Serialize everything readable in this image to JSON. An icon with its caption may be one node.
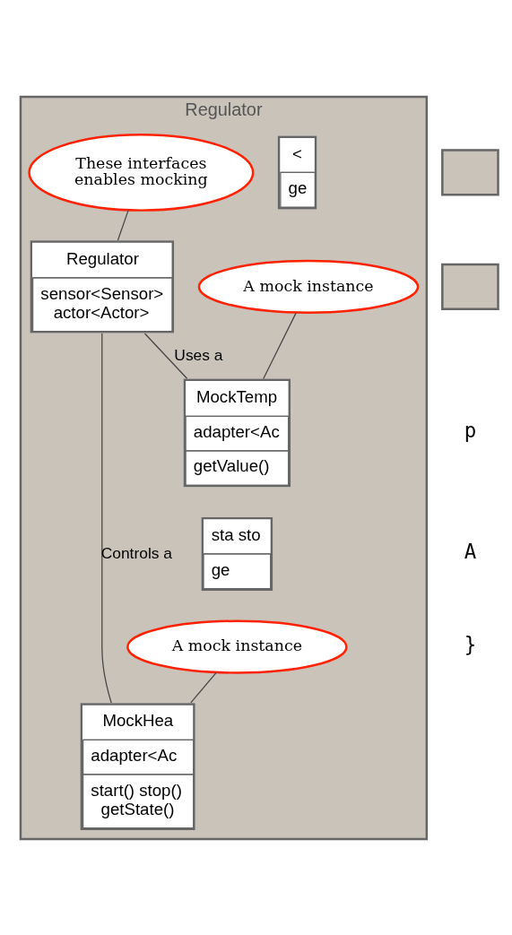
{
  "diagram": {
    "nodes": [
      {
        "text": [
          "Regulator"
        ]
      },
      {
        "text": [],
        "shape": "box"
      },
      {
        "text": [],
        "shape": "box"
      },
      {
        "text": [
          "<",
          "ge"
        ],
        "in": 0
      },
      {
        "text": [
          "A mock instance"
        ],
        "in": 0
      },
      {
        "text": [
          "Regulator",
          "sensor<Sensor> actor<Actor>"
        ],
        "in": 0
      },
      {
        "text": [
          "MockTemp",
          "adapter<Ac",
          "getValue()"
        ],
        "in": 0
      },
      {
        "text": [
          "These interfaces enables mocking"
        ],
        "in": 0
      },
      {
        "text": [
          "sta sto",
          "ge"
        ],
        "in": 0
      },
      {
        "text": [
          "A mock instance"
        ],
        "in": 0
      },
      {
        "text": [
          "MockHea",
          "adapter<Ac",
          "start() stop() getState()"
        ],
        "in": 0
      }
    ],
    "edges": [
      {
        "from": 4,
        "to": 6,
        "arrow": "none"
      },
      {
        "from": 5,
        "to": 6,
        "label": "Uses a",
        "arrow": "none"
      },
      {
        "from": 7,
        "to": 5,
        "arrow": "none"
      },
      {
        "from": 9,
        "to": 10,
        "arrow": "none"
      },
      {
        "from": 5,
        "to": 10,
        "label": "Controls a",
        "arrow": "none"
      }
    ],
    "labels": [
      "p",
      "A",
      "}"
    ]
  }
}
